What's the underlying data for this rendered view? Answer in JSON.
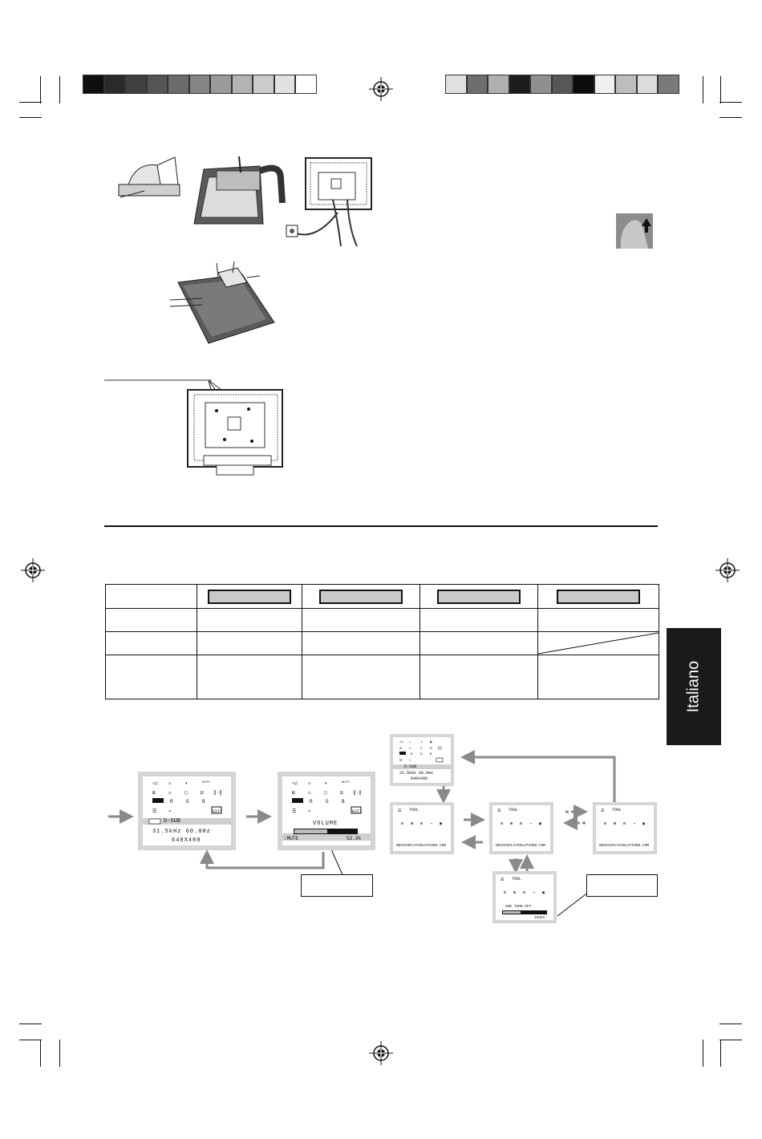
{
  "side_tab": {
    "label": "Italiano"
  },
  "color_bar_left": [
    "#0f0f0f",
    "#2a2a2a",
    "#3f3f3f",
    "#555555",
    "#6b6b6b",
    "#858585",
    "#9b9b9b",
    "#b3b3b3",
    "#cbcbcb",
    "#e2e2e2",
    "#ffffff"
  ],
  "color_bar_right": [
    "#e0e0e0",
    "#6e6e6e",
    "#b0b0b0",
    "#1c1c1c",
    "#8f8f8f",
    "#575757",
    "#0c0c0c",
    "#f0f0f0",
    "#bdbdbd",
    "#dcdcdc",
    "#7a7a7a"
  ],
  "osd_main": {
    "input": "D-SUB",
    "frequency": "31.5kHz  60.0Hz",
    "resolution": "640X480",
    "auto_label": "AUTO",
    "rgb": [
      "R",
      "G",
      "B"
    ]
  },
  "osd_volume": {
    "title": "VOLUME",
    "mute_label": ":MUTE",
    "value": "52.3%",
    "level": 0.523
  },
  "osd_tool": {
    "title": "TOOL",
    "url": "NECDISPLAYSOLUTIONS.COM",
    "osd_turn_off_label": "OSD TURN OFF",
    "osd_turn_off_value": "45SEC."
  }
}
